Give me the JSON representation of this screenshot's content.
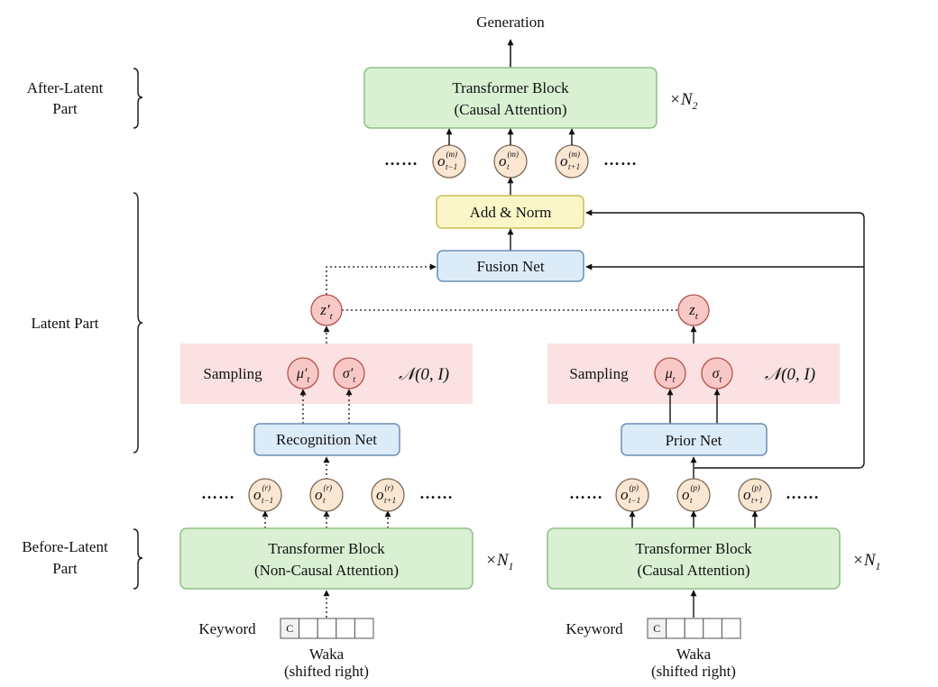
{
  "sections": {
    "after_latent": [
      "After-Latent",
      "Part"
    ],
    "latent": "Latent Part",
    "before_latent": [
      "Before-Latent",
      "Part"
    ]
  },
  "top": {
    "generation": "Generation",
    "transformer": [
      "Transformer Block",
      "(Causal Attention)"
    ],
    "repeat": {
      "symbol": "×N",
      "sub": "2"
    },
    "outputs": [
      {
        "base": "o",
        "sup": "(m)",
        "sub": "t−1"
      },
      {
        "base": "o",
        "sup": "(m)",
        "sub": "t"
      },
      {
        "base": "o",
        "sup": "(m)",
        "sub": "t+1"
      }
    ]
  },
  "middle": {
    "add_norm": "Add & Norm",
    "fusion": "Fusion Net",
    "z_left": {
      "base": "z′",
      "sub": "t"
    },
    "z_right": {
      "base": "z",
      "sub": "t"
    }
  },
  "left": {
    "sampling": "Sampling",
    "mu": {
      "base": "μ′",
      "sub": "t"
    },
    "sigma": {
      "base": "σ′",
      "sub": "t"
    },
    "normal": "𝒩(0, I)",
    "net": "Recognition Net",
    "outputs": [
      {
        "base": "o",
        "sup": "(r)",
        "sub": "t−1"
      },
      {
        "base": "o",
        "sup": "(r)",
        "sub": "t"
      },
      {
        "base": "o",
        "sup": "(r)",
        "sub": "t+1"
      }
    ],
    "transformer": [
      "Transformer Block",
      "(Non-Causal Attention)"
    ],
    "repeat": {
      "symbol": "×N",
      "sub": "1"
    },
    "keyword": "Keyword",
    "token": "C",
    "input": [
      "Waka",
      "(shifted right)"
    ]
  },
  "right": {
    "sampling": "Sampling",
    "mu": {
      "base": "μ",
      "sub": "t"
    },
    "sigma": {
      "base": "σ",
      "sub": "t"
    },
    "normal": "𝒩(0, I)",
    "net": "Prior Net",
    "outputs": [
      {
        "base": "o",
        "sup": "(p)",
        "sub": "t−1"
      },
      {
        "base": "o",
        "sup": "(p)",
        "sub": "t"
      },
      {
        "base": "o",
        "sup": "(p)",
        "sub": "t+1"
      }
    ],
    "transformer": [
      "Transformer Block",
      "(Causal Attention)"
    ],
    "repeat": {
      "symbol": "×N",
      "sub": "1"
    },
    "keyword": "Keyword",
    "token": "C",
    "input": [
      "Waka",
      "(shifted right)"
    ]
  },
  "ellipsis": "……",
  "colors": {
    "green_fill": "#d9f0d3",
    "green_stroke": "#8fbf84",
    "yellow_fill": "#fbf6c7",
    "yellow_stroke": "#c9bd55",
    "blue_fill": "#dcebf8",
    "blue_stroke": "#6a8fb4",
    "pink_panel": "#fbe1e1",
    "pink_circle": "#f8c8c6",
    "pink_circle_stroke": "#b3504f",
    "peach_circle": "#fbe6d2",
    "peach_circle_stroke": "#7a6a58"
  }
}
